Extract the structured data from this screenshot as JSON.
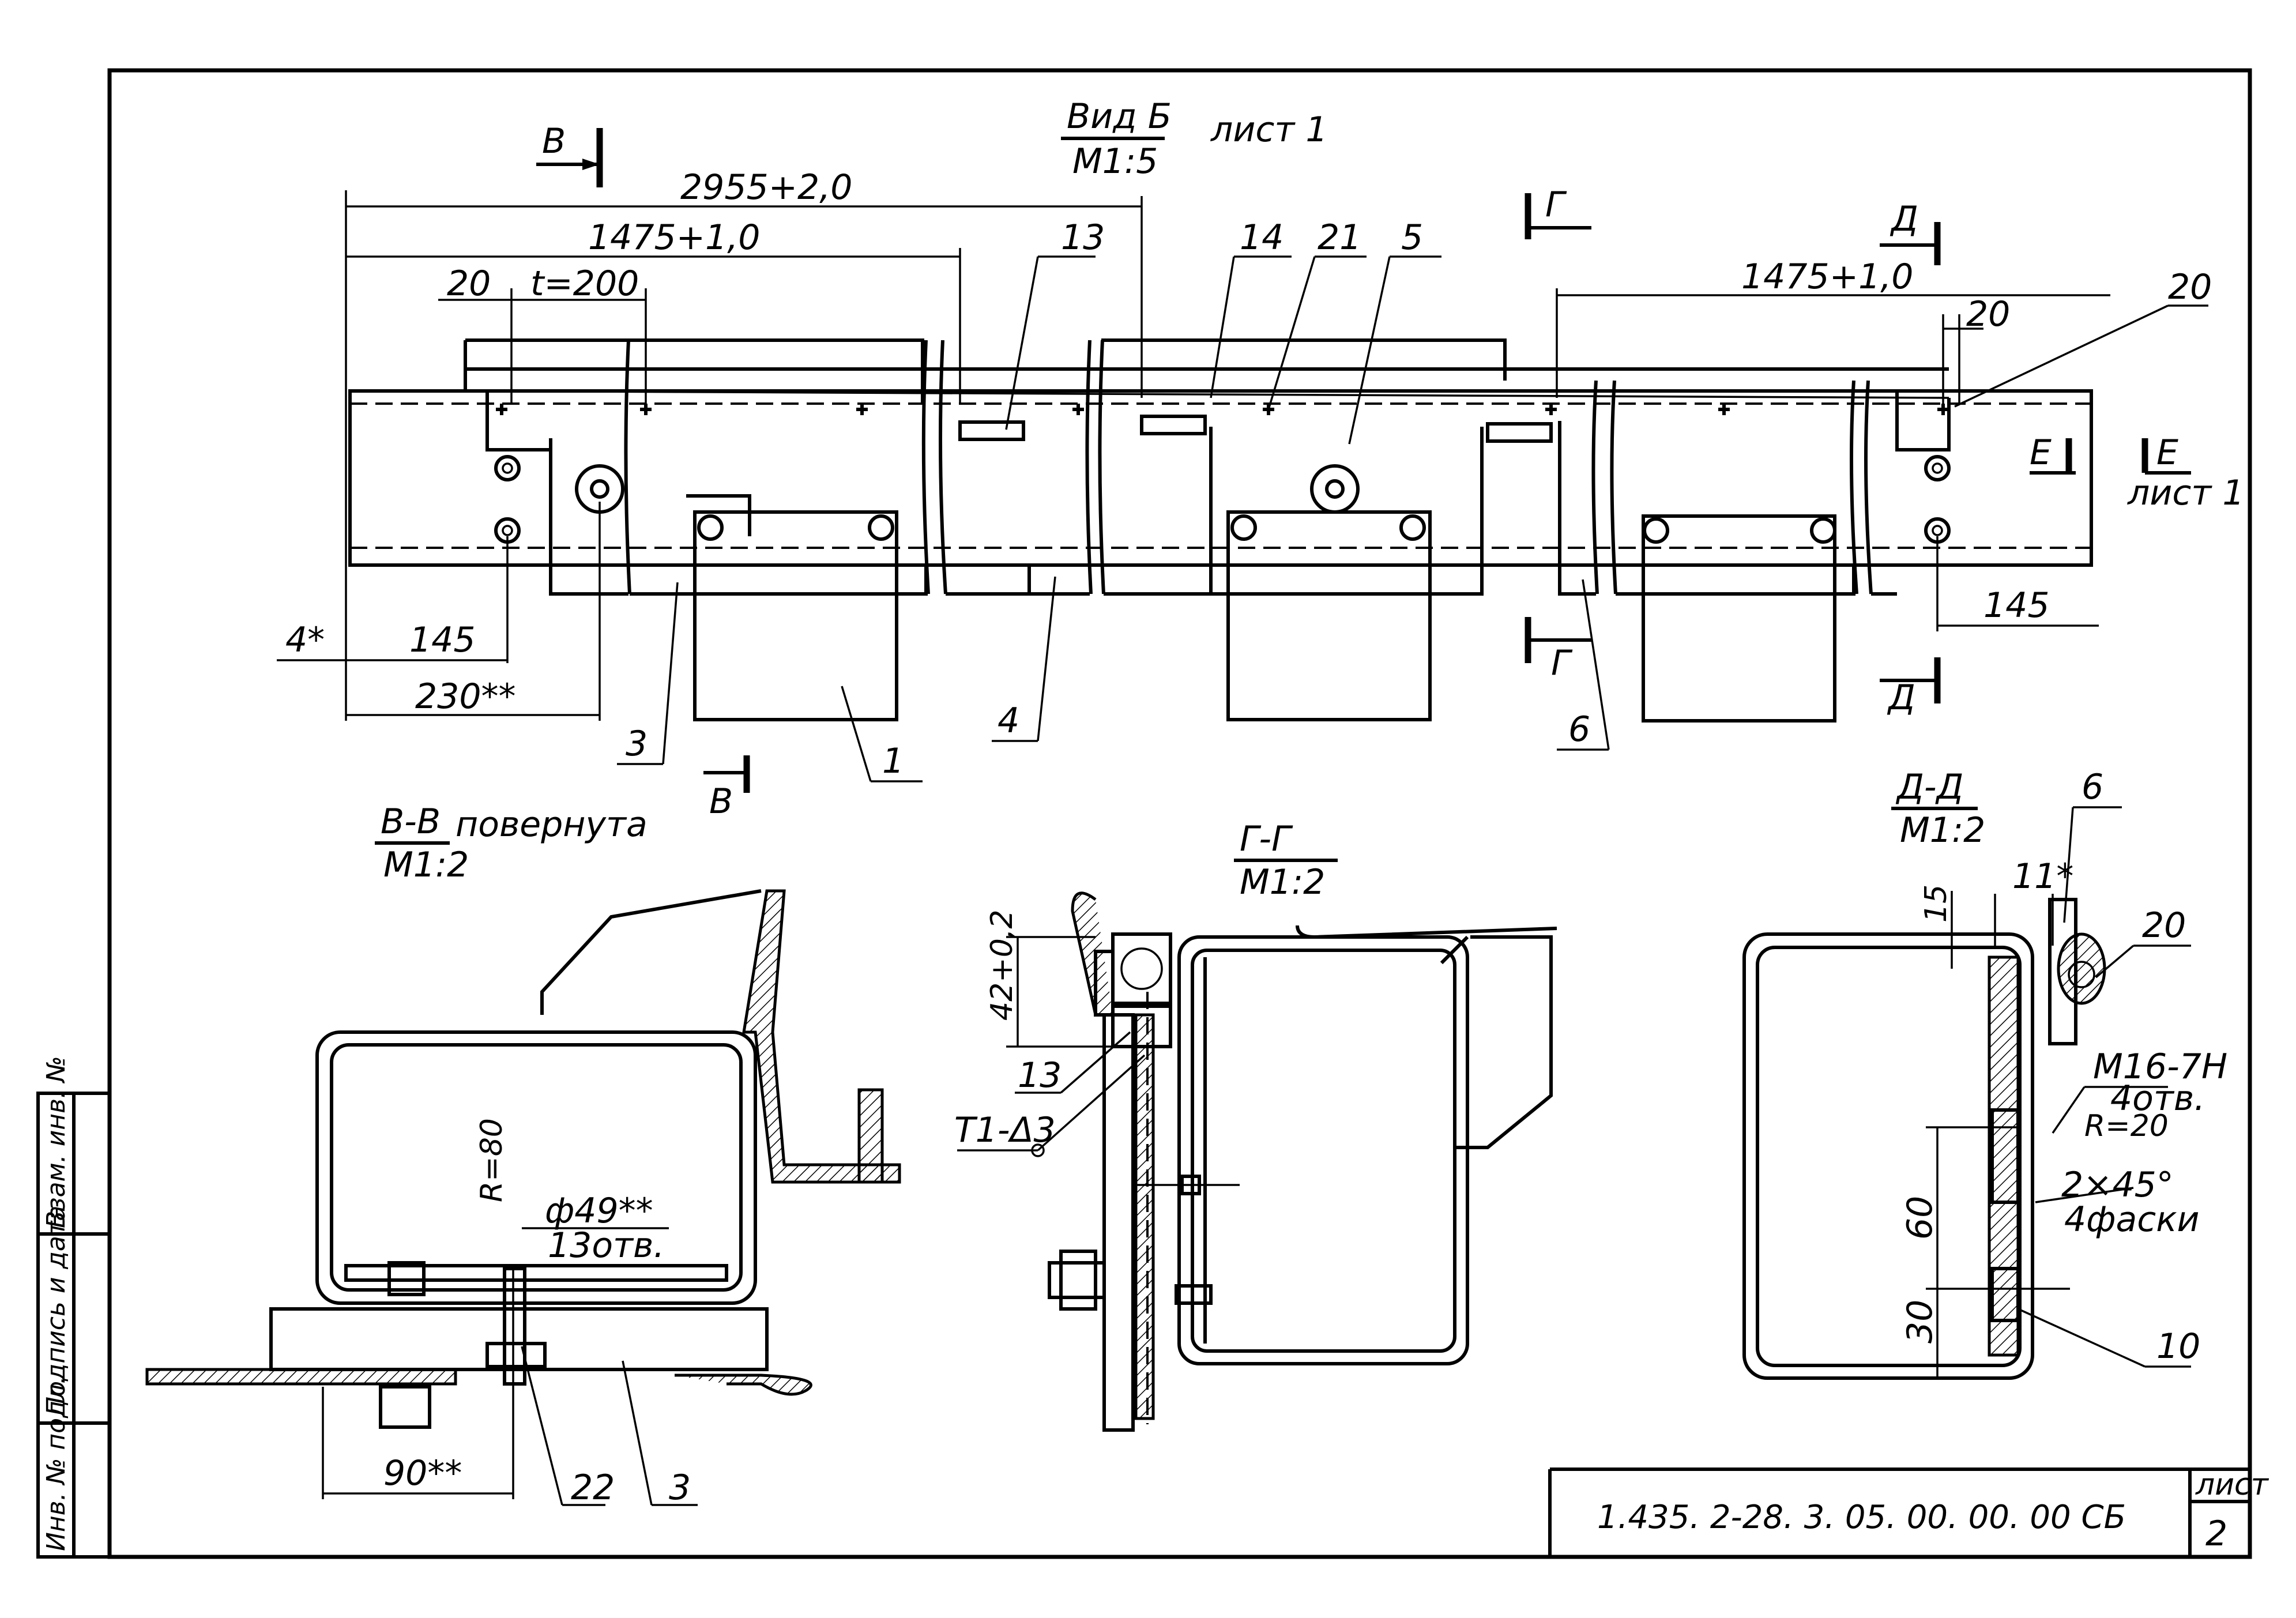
{
  "views": {
    "main": {
      "title": "Вид Б",
      "scale": "М1:5",
      "sheet_ref": "лист 1",
      "dims": {
        "total": "2955+2,0",
        "left_half": "1475+1,0",
        "right_half": "1475+1,0",
        "pitch": "t=200",
        "offset_left": "20",
        "offset_right": "20",
        "left_4": "4*",
        "left_145": "145",
        "left_230": "230**",
        "right_145": "145"
      },
      "section_markers": {
        "v": "В",
        "g": "Г",
        "d": "Д",
        "e": "Е",
        "e_ref": "лист 1"
      },
      "callouts": [
        "13",
        "14",
        "21",
        "5",
        "20",
        "3",
        "1",
        "4",
        "6"
      ]
    },
    "section_vv": {
      "title": "В-В",
      "note": "повернута",
      "scale": "М1:2",
      "radius": "R=80",
      "hole": "ф49**",
      "holes_count": "13отв.",
      "dim_90": "90**",
      "callouts": [
        "22",
        "3"
      ]
    },
    "section_gg": {
      "title": "Г-Г",
      "scale": "М1:2",
      "dim_42": "42+0,2",
      "callout_13": "13",
      "weld": "Т1-Δ3"
    },
    "section_dd": {
      "title": "Д-Д",
      "scale": "М1:2",
      "dim_15": "15",
      "dim_11": "11*",
      "dim_60": "60",
      "dim_30": "30",
      "thread": "М16-7Н",
      "thread_holes": "4отв.",
      "radius": "R=20",
      "chamfer": "2×45°",
      "chamfer_note": "4фаски",
      "callouts": [
        "6",
        "20",
        "10"
      ]
    }
  },
  "title_block": {
    "code": "1.435. 2-28. 3. 05. 00. 00. 00 СБ",
    "sheet_label": "лист",
    "sheet_no": "2"
  },
  "side_stamp": {
    "inv_podl": "Инв. № подл.",
    "podpis": "Подпись и дата",
    "vzam": "Взам. инв. №"
  }
}
